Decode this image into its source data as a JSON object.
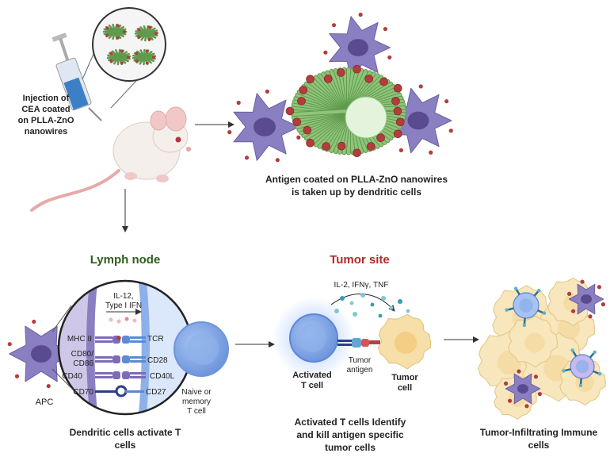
{
  "labels": {
    "injection": [
      "Injection of",
      "CEA coated",
      "on PLLA-ZnO",
      "nanowires"
    ],
    "uptake": [
      "Antigen coated on PLLA-ZnO nanowires",
      "is taken up by dendritic cells"
    ],
    "lymph_title": "Lymph node",
    "tumor_title": "Tumor site",
    "apc": "APC",
    "cytokines_left": [
      "IL-12,",
      "Type I IFN"
    ],
    "mhc": "MHC II",
    "tcr": "TCR",
    "cd80": [
      "CD80/",
      "CD86"
    ],
    "cd28": "CD28",
    "cd40": "CD40",
    "cd40l": "CD40L",
    "cd70": "CD70",
    "cd27": "CD27",
    "naive": [
      "Naive or",
      "memory",
      "T cell"
    ],
    "dc_caption": [
      "Dendritic cells activate T",
      "cells"
    ],
    "cytokines_right": "IL-2, IFNγ, TNF",
    "activated": [
      "Activated",
      "T cell"
    ],
    "tumor_antigen": [
      "Tumor",
      "antigen"
    ],
    "tumor_cell": [
      "Tumor",
      "cell"
    ],
    "kill_caption": [
      "Activated T cells Identify",
      "and kill antigen specific",
      "tumor cells"
    ],
    "til_caption": [
      "Tumor-Infiltrating Immune",
      "cells"
    ]
  },
  "colors": {
    "lymph_title": "#2f5e1e",
    "tumor_title": "#b02a2a",
    "dendritic": "#8a7fc0",
    "nucleus": "#5a4a8e",
    "antigen": "#b43c3c",
    "nanowire": "#8fc47a",
    "tcell": "#7ea3e0",
    "tumor": "#f6dfa8",
    "cytokine": "#7fc6d8"
  }
}
